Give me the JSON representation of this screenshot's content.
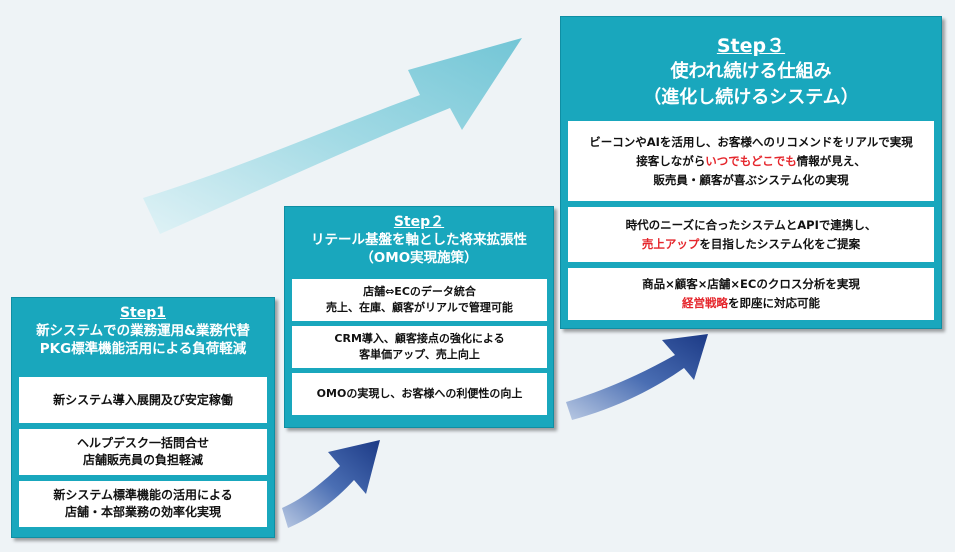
{
  "colors": {
    "panel": "#19a7bd",
    "highlight": "#e5262c",
    "arrow_dark": "#20428c",
    "arrow_light": "#8ad0dd"
  },
  "step1": {
    "label": "Step1",
    "title_lines": [
      "新システムでの業務運用&業務代替",
      "PKG標準機能活用による負荷軽減"
    ],
    "items": [
      {
        "lines": [
          "新システム導入展開及び安定稼働"
        ]
      },
      {
        "lines": [
          "ヘルプデスク一括問合せ",
          "店舗販売員の負担軽減"
        ]
      },
      {
        "lines": [
          "新システム標準機能の活用による",
          "店舗・本部業務の効率化実現"
        ]
      }
    ]
  },
  "step2": {
    "label": "Step２",
    "title_lines": [
      "リテール基盤を軸とした将来拡張性",
      "（OMO実現施策）"
    ],
    "items": [
      {
        "lines": [
          "店舗⇔ECのデータ統合",
          "売上、在庫、顧客がリアルで管理可能"
        ]
      },
      {
        "lines": [
          "CRM導入、顧客接点の強化による",
          "客単価アップ、売上向上"
        ]
      },
      {
        "lines": [
          "OMOの実現し、お客様への利便性の向上"
        ]
      }
    ]
  },
  "step3": {
    "label": "Step３",
    "title_lines": [
      "使われ続ける仕組み",
      "（進化し続けるシステム）"
    ],
    "items": [
      {
        "line1": "ビーコンやAIを活用し、お客様へのリコメンドをリアルで実現",
        "line2_before": "接客しながら",
        "line2_highlight": "いつでもどこでも",
        "line2_after": "情報が見え、",
        "line3": "販売員・顧客が喜ぶシステム化の実現"
      },
      {
        "line1": "時代のニーズに合ったシステムとAPIで連携し、",
        "line2_highlight": "売上アップ",
        "line2_after": "を目指したシステム化をご提案"
      },
      {
        "line1": "商品×顧客×店舗×ECのクロス分析を実現",
        "line2_highlight": "経営戦略",
        "line2_after": "を即座に対応可能"
      }
    ]
  }
}
